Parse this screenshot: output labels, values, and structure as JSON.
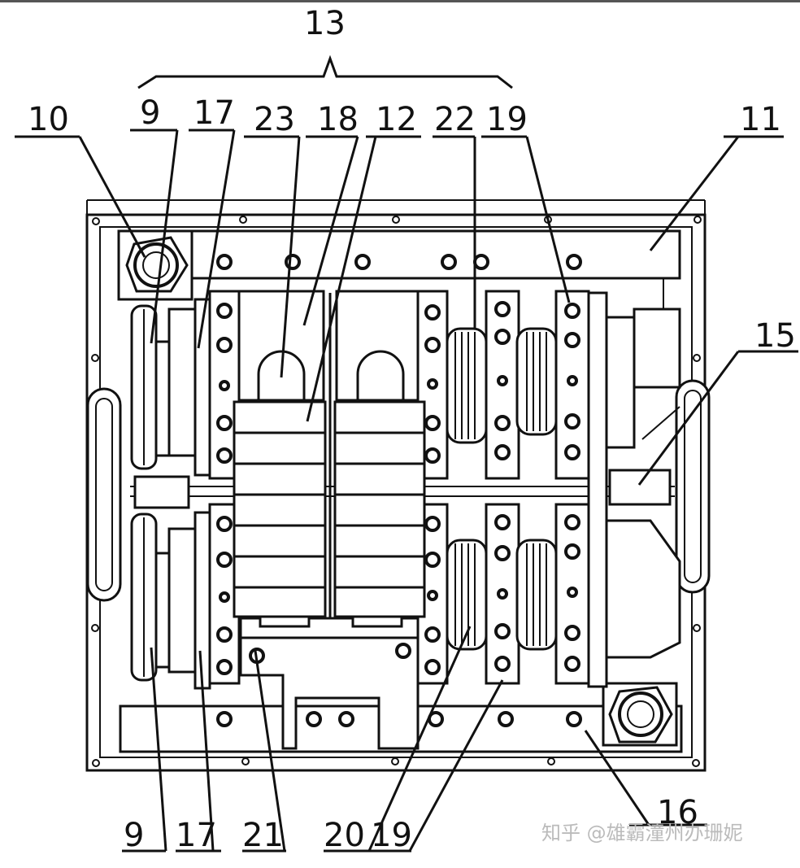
{
  "labels": {
    "l13": "13",
    "l10": "10",
    "l9_top": "9",
    "l17_top": "17",
    "l23": "23",
    "l18": "18",
    "l12": "12",
    "l22": "22",
    "l19_top": "19",
    "l11": "11",
    "l15": "15",
    "l9_bottom": "9",
    "l17_bottom": "17",
    "l21": "21",
    "l20": "20",
    "l19_bottom": "19",
    "l16": "16"
  },
  "watermark": "知乎 @雄霸潼州办珊妮"
}
